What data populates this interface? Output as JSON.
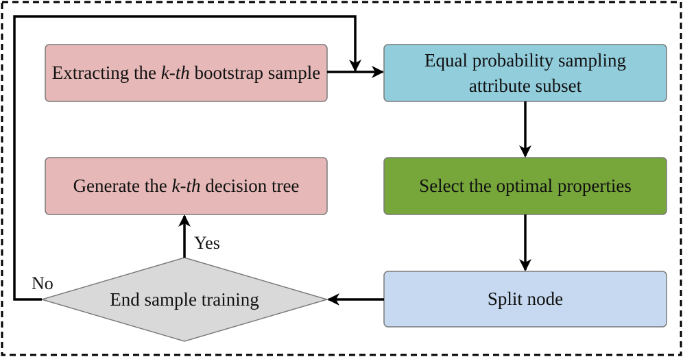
{
  "nodes": {
    "extract": {
      "pre": "Extracting the ",
      "em": "k-th",
      "post": " bootstrap sample",
      "color": "#e6b9b8"
    },
    "equal": {
      "text": "Equal probability sampling attribute subset",
      "color": "#92cddc"
    },
    "select": {
      "text": "Select the optimal properties",
      "color": "#77a63b"
    },
    "split": {
      "text": "Split node",
      "color": "#c6d9f0"
    },
    "end": {
      "text": "End sample training",
      "color": "#d9d9d9"
    },
    "generate": {
      "pre": "Generate the ",
      "em": "k-th",
      "post": " decision tree",
      "color": "#e6b9b8"
    }
  },
  "edges": {
    "yes": "Yes",
    "no": "No"
  }
}
